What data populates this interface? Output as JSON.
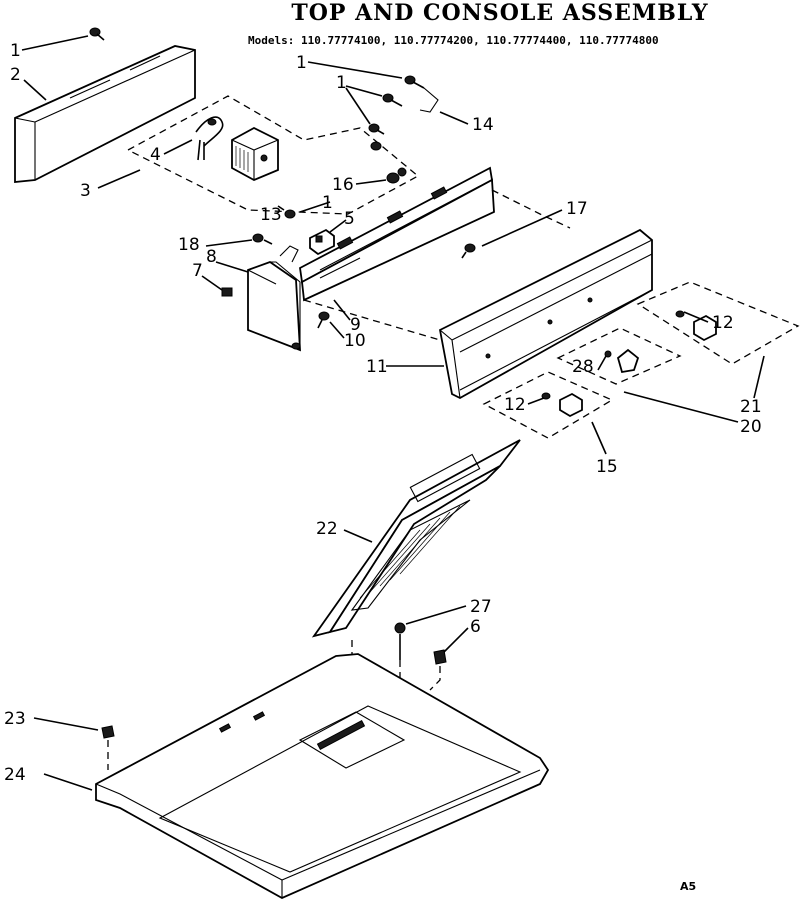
{
  "header": {
    "title": "TOP AND CONSOLE ASSEMBLY",
    "models_label": "Models:",
    "models": "110.77774100, 110.77774200, 110.77774400, 110.77774800"
  },
  "callouts": {
    "c1a": "1",
    "c2": "2",
    "c3": "3",
    "c4": "4",
    "c1b": "1",
    "c1c": "1",
    "c14": "14",
    "c16": "16",
    "c1d": "1",
    "c13": "13",
    "c5": "5",
    "c17": "17",
    "c18": "18",
    "c8": "8",
    "c7": "7",
    "c9": "9",
    "c10": "10",
    "c11": "11",
    "c12a": "12",
    "c28": "28",
    "c12b": "12",
    "c21": "21",
    "c20": "20",
    "c15": "15",
    "c22": "22",
    "c27": "27",
    "c6": "6",
    "c23": "23",
    "c24": "24"
  },
  "page_ref": "A5"
}
